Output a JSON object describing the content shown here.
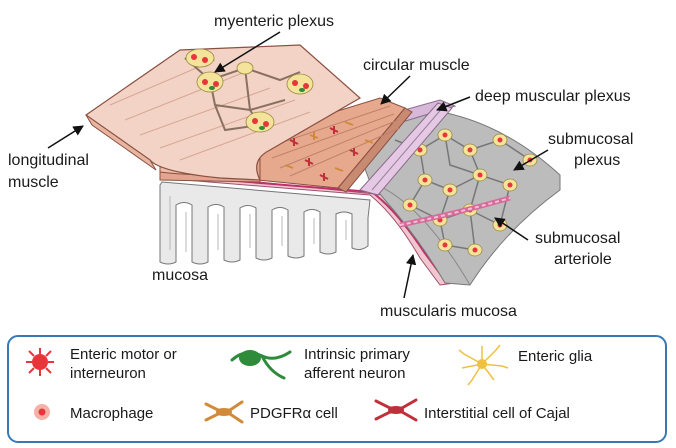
{
  "labels": {
    "myenteric_plexus": "myenteric plexus",
    "circular_muscle": "circular muscle",
    "deep_muscular_plexus": "deep muscular plexus",
    "submucosal_plexus_l1": "submucosal",
    "submucosal_plexus_l2": "plexus",
    "longitudinal_muscle_l1": "longitudinal",
    "longitudinal_muscle_l2": "muscle",
    "submucosal_arteriole_l1": "submucosal",
    "submucosal_arteriole_l2": "arteriole",
    "mucosa": "mucosa",
    "muscularis_mucosa": "muscularis mucosa"
  },
  "legend": {
    "border_color": "#3a78b5",
    "items": [
      {
        "line1": "Enteric motor or",
        "line2": "interneuron",
        "icon": "enteric-neuron-icon"
      },
      {
        "line1": "Intrinsic primary",
        "line2": "afferent neuron",
        "icon": "afferent-neuron-icon"
      },
      {
        "line1": "Enteric glia",
        "line2": "",
        "icon": "enteric-glia-icon"
      },
      {
        "line1": "Macrophage",
        "line2": "",
        "icon": "macrophage-icon"
      },
      {
        "line1": "PDGFRα cell",
        "line2": "",
        "icon": "pdgfra-cell-icon"
      },
      {
        "line1": "Interstitial cell of Cajal",
        "line2": "",
        "icon": "icc-icon"
      }
    ]
  },
  "colors": {
    "longitudinal_muscle": "#f2d2c4",
    "circular_muscle": "#e8a98f",
    "submucosa": "#bdbdbd",
    "mucosa": "#e6e6e6",
    "neuron": "#e8353a",
    "ganglion": "#f4e39a",
    "afferent": "#2e8b3a",
    "glia": "#f0c040",
    "pdgfra": "#d08a3a",
    "icc": "#c0303a"
  }
}
